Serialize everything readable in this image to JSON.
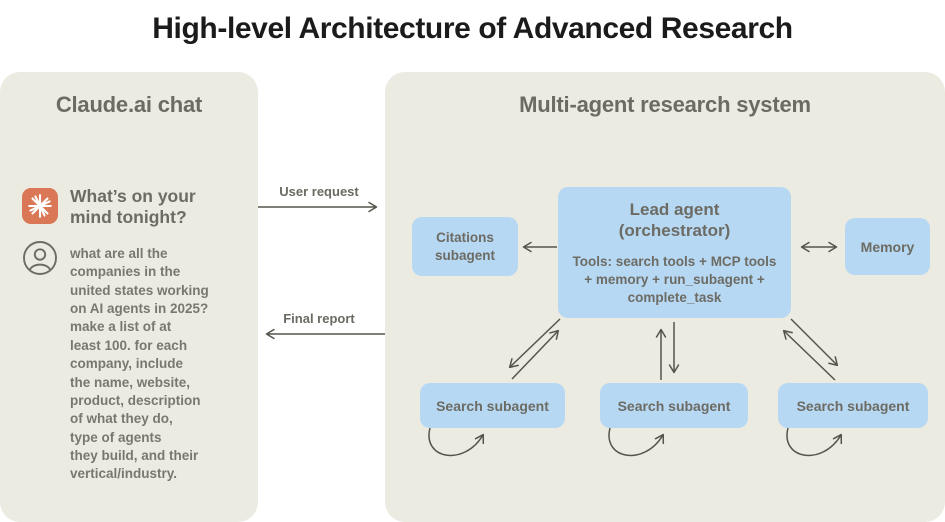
{
  "title": "High-level Architecture of Advanced Research",
  "left_panel": {
    "title": "Claude.ai chat",
    "assistant_prompt": "What’s on your\nmind tonight?",
    "user_message": "what are all the\ncompanies in the\nunited states working\non AI agents in 2025?\nmake a list of at\nleast 100. for each\ncompany, include\nthe name, website,\nproduct, description\nof what they do,\ntype of agents\nthey build, and their\nvertical/industry."
  },
  "flow": {
    "user_request_label": "User request",
    "final_report_label": "Final report"
  },
  "right_panel": {
    "title": "Multi-agent research system",
    "lead_agent": {
      "title": "Lead agent\n(orchestrator)",
      "tools": "Tools: search tools + MCP tools\n+ memory + run_subagent +\ncomplete_task"
    },
    "citations_label": "Citations\nsubagent",
    "memory_label": "Memory",
    "search_subagents": [
      {
        "label": "Search subagent"
      },
      {
        "label": "Search subagent"
      },
      {
        "label": "Search subagent"
      }
    ]
  },
  "colors": {
    "panel_background": "#ecebe2",
    "node_blue": "#b7d8f3",
    "claude_orange": "#d97757",
    "text_gray": "#6c6b64",
    "arrow_gray": "#55544b",
    "title_black": "#1b1b1b"
  }
}
